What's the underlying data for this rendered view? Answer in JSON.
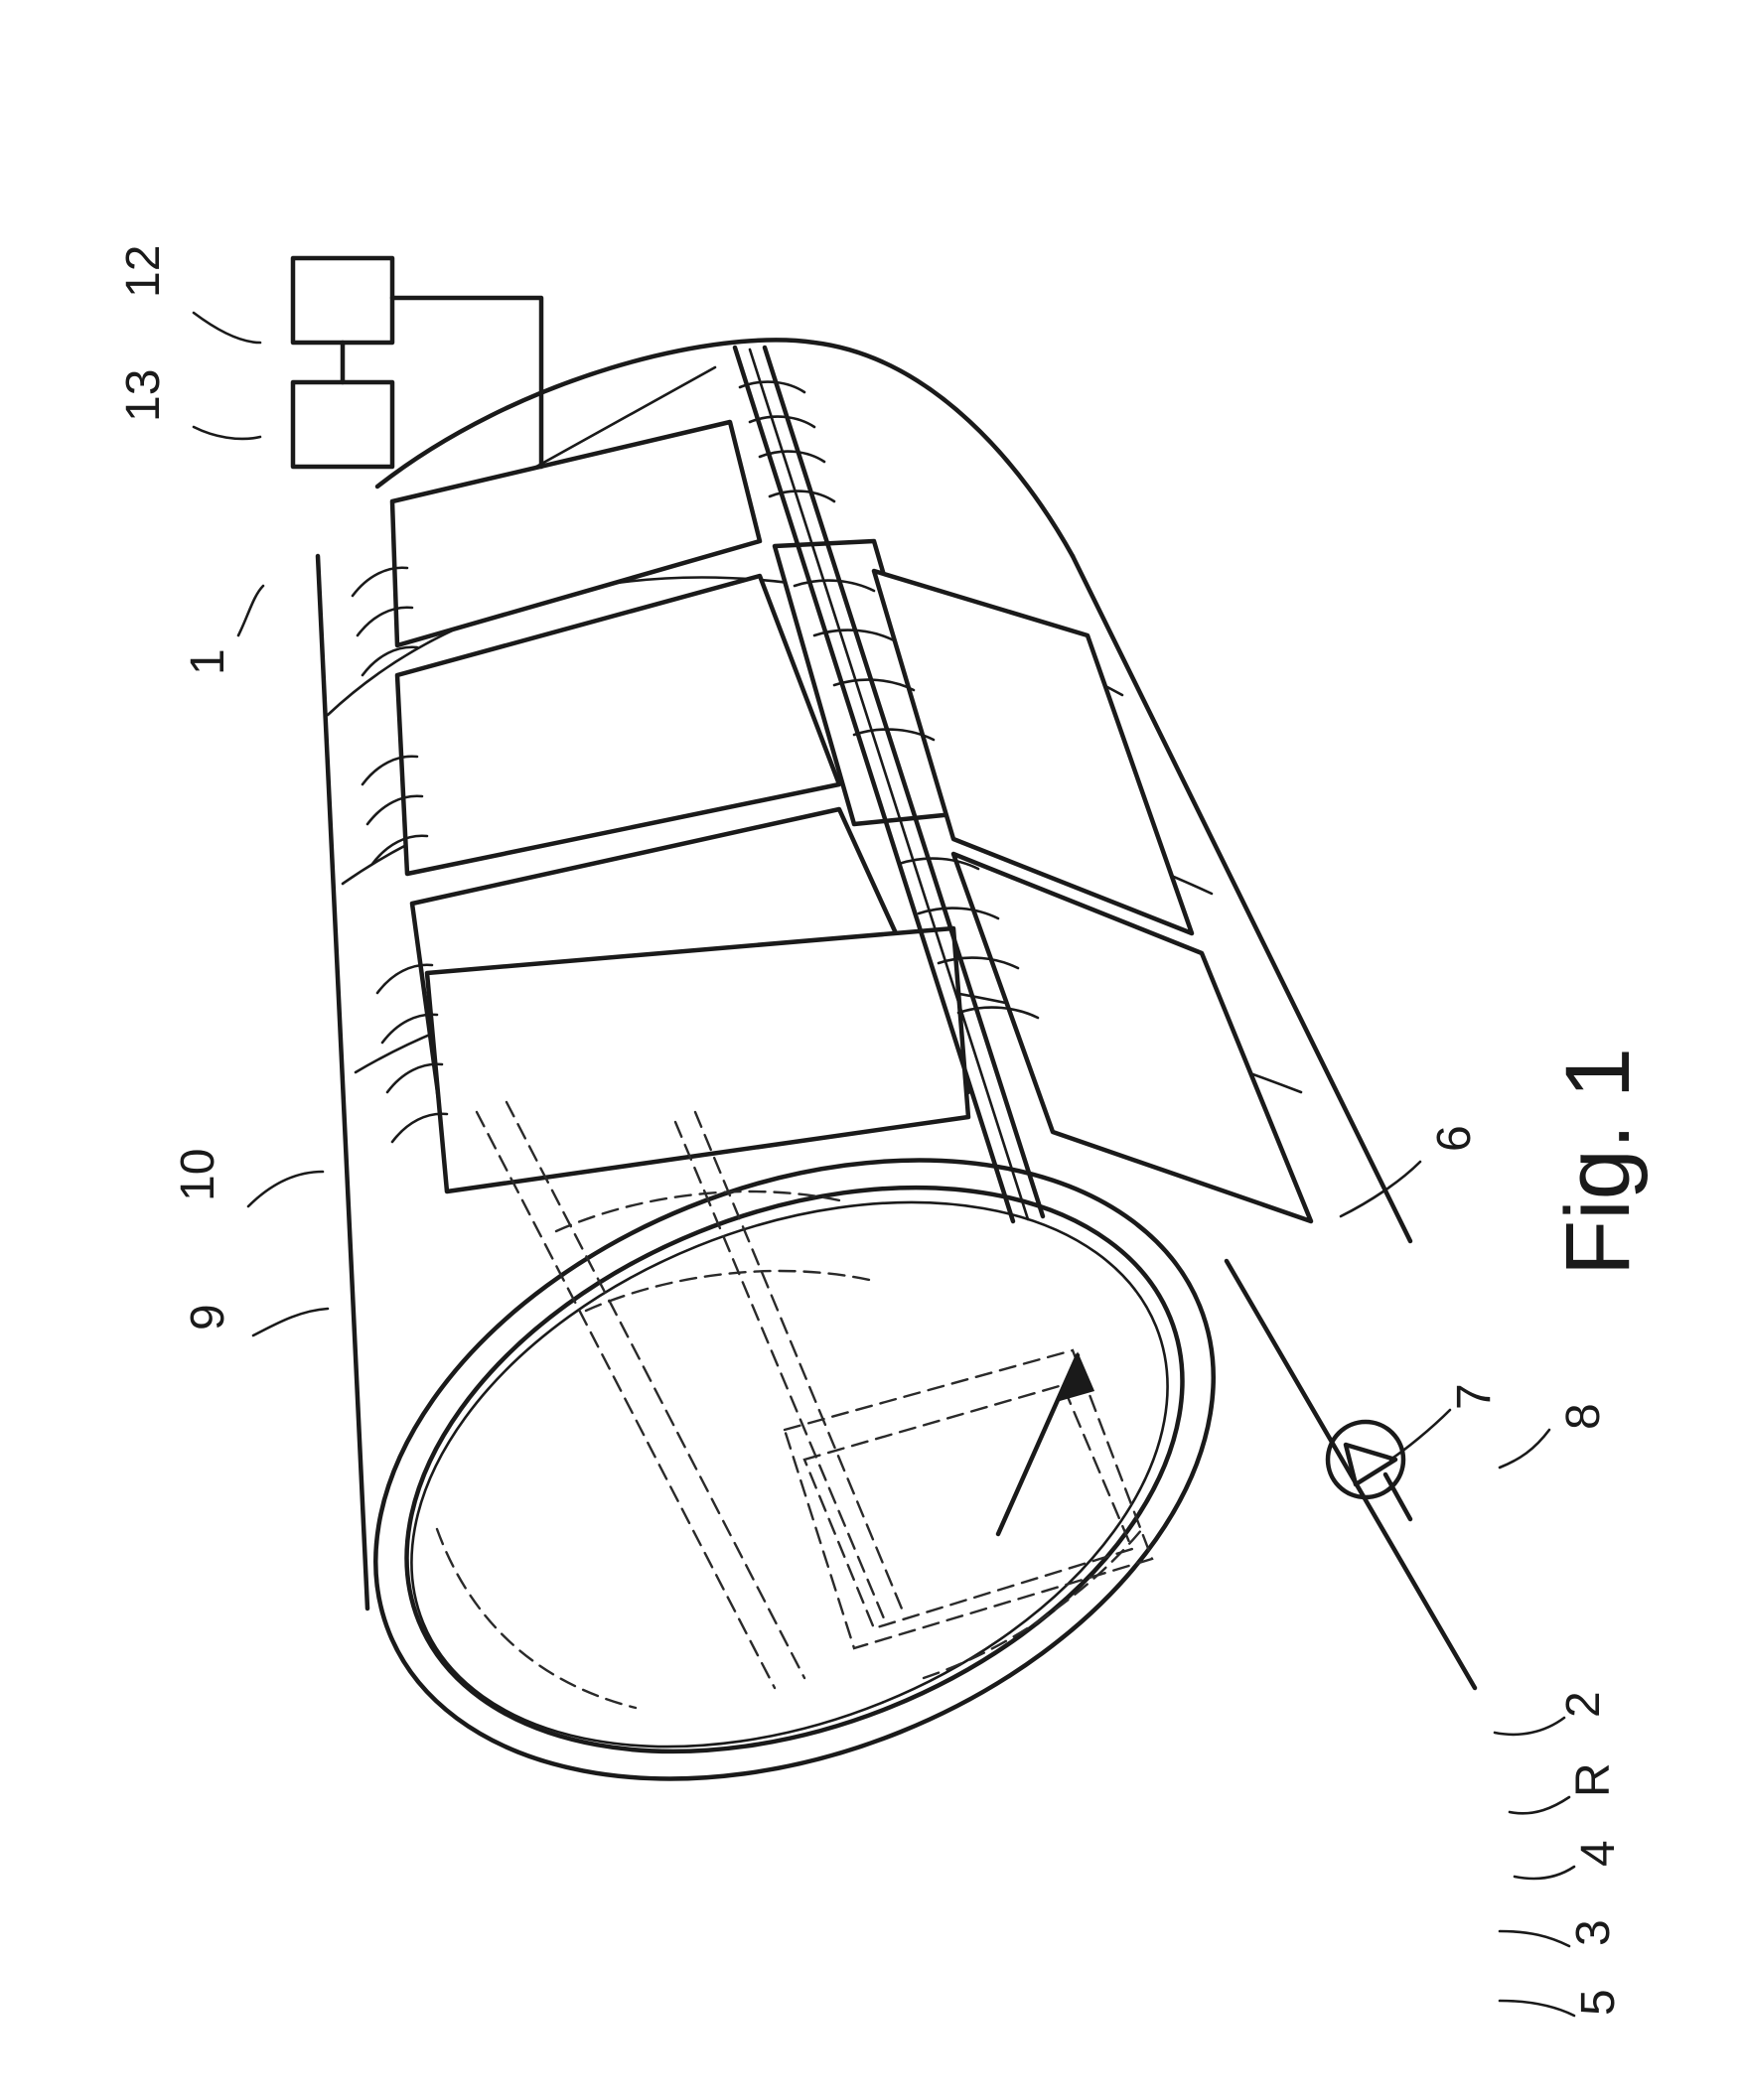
{
  "figure": {
    "caption": "Fig. 1"
  },
  "reference_numerals": {
    "assembly": "1",
    "ring": "2",
    "inner_surface": "3",
    "edge_outer": "4",
    "edge_inner": "5",
    "chamber": "6",
    "fluid_system": "7",
    "pump": "8",
    "segment_a": "9",
    "segment_b": "10",
    "controller": "12",
    "unit": "13",
    "rotation_direction": "R"
  }
}
